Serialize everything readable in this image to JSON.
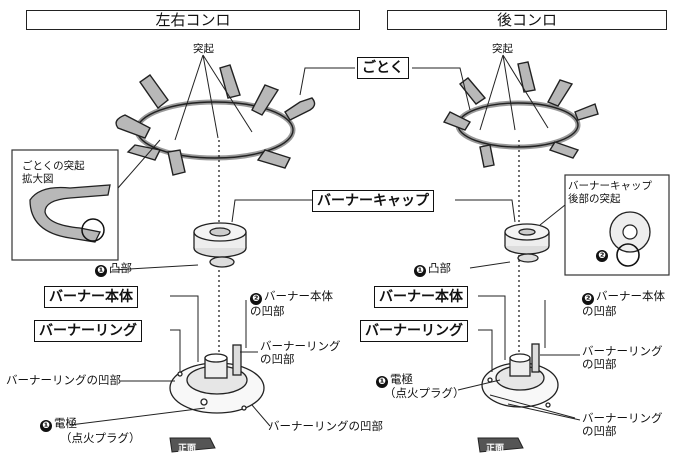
{
  "headers": {
    "left_right": "左右コンロ",
    "back": "後コンロ"
  },
  "labels": {
    "protrusion": "突起",
    "gotoku": "ごとく",
    "gotoku_detail": "ごとくの突起\n拡大図",
    "burner_cap": "バーナーキャップ",
    "cap_back_protrusion": "バーナーキャップ\n後部の突起",
    "convex": "凸部",
    "burner_body": "バーナー本体",
    "burner_ring": "バーナーリング",
    "body_concave": "バーナー本体\nの凹部",
    "ring_concave": "バーナーリング\nの凹部",
    "ring_concave_inline": "バーナーリングの凹部",
    "electrode": "電極",
    "ignition_plug": "（点火プラグ）",
    "front": "正面"
  },
  "markers": {
    "one": "❶",
    "two": "❷"
  },
  "colors": {
    "line": "#111111",
    "gotoku_fill": "#b8b8b8",
    "arrow_fill": "#555555"
  }
}
